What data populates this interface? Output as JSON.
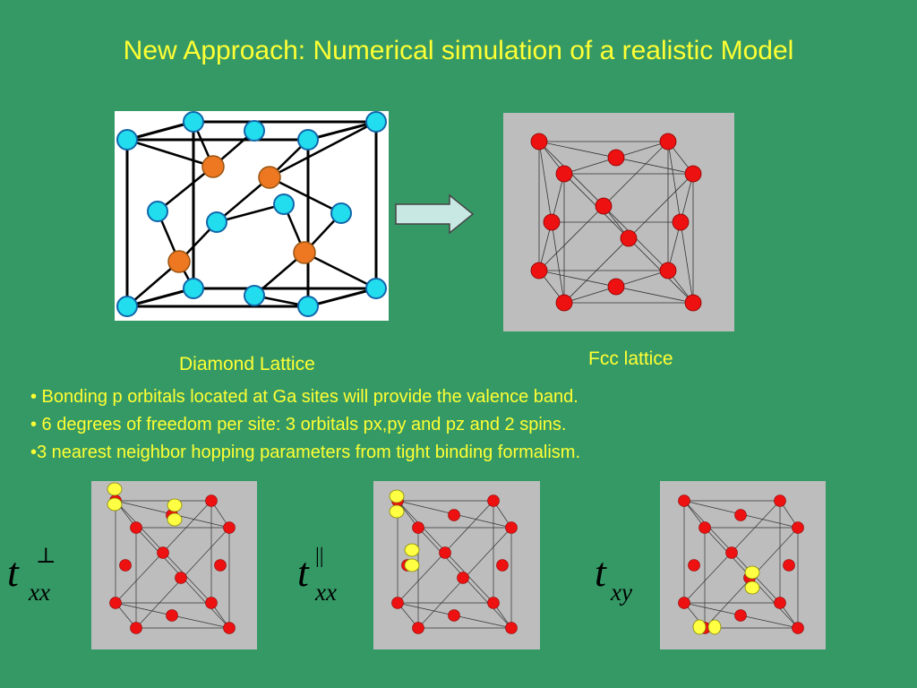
{
  "slide": {
    "title": "New Approach: Numerical simulation of a realistic Model"
  },
  "figures": {
    "diamond_caption": "Diamond Lattice",
    "fcc_caption": "Fcc lattice"
  },
  "bullets": [
    "• Bonding p orbitals located at Ga sites will provide the valence band.",
    "• 6 degrees of freedom per site: 3 orbitals px,py and pz and 2 spins.",
    "•3 nearest neighbor hopping parameters from tight binding formalism."
  ],
  "hopping": [
    {
      "symbol": "t",
      "subscript": "xx",
      "superscript": "⊥"
    },
    {
      "symbol": "t",
      "subscript": "xx",
      "superscript": "||"
    },
    {
      "symbol": "t",
      "subscript": "xy",
      "superscript": ""
    }
  ],
  "colors": {
    "background": "#359966",
    "text": "#ffff33",
    "fcc_atom": "#ee1111",
    "diamond_corner_atom": "#22ddee",
    "diamond_inner_atom": "#ee7722",
    "orbital_lobe": "#ffff44",
    "panel_gray": "#bdbdbd"
  }
}
